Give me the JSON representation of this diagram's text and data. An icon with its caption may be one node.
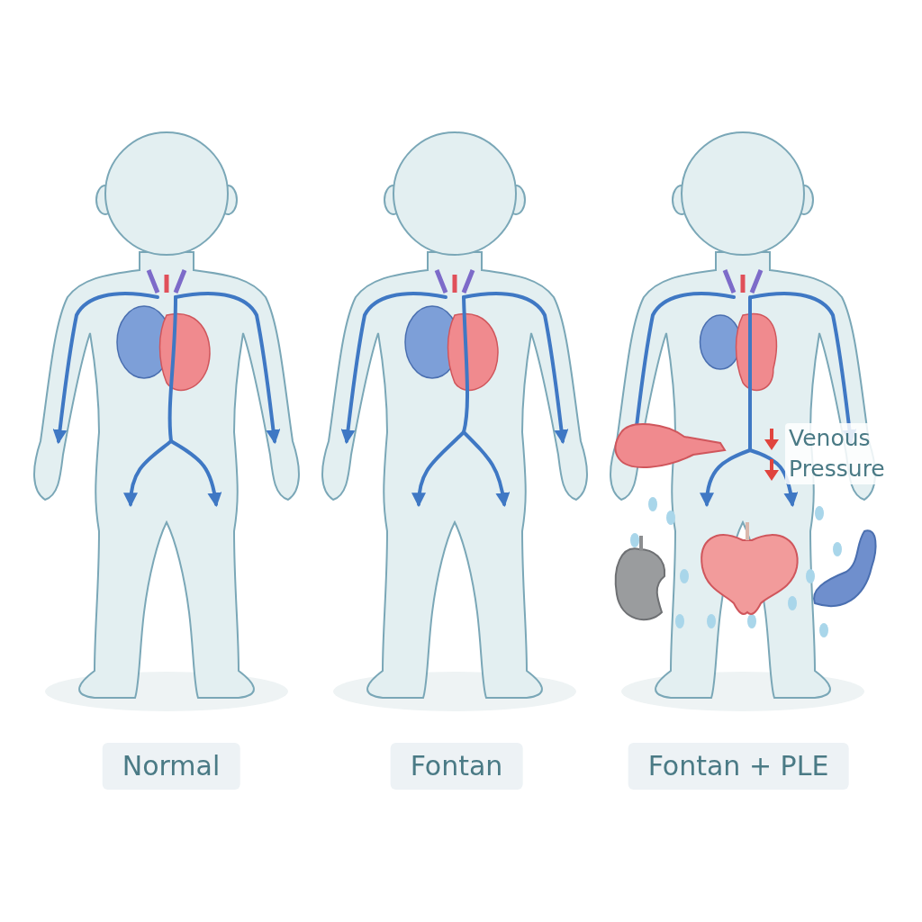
{
  "diagram": {
    "labels": [
      "Venous Pressure",
      "Normal",
      "Fontan",
      "Fontan + PLE"
    ]
  }
}
